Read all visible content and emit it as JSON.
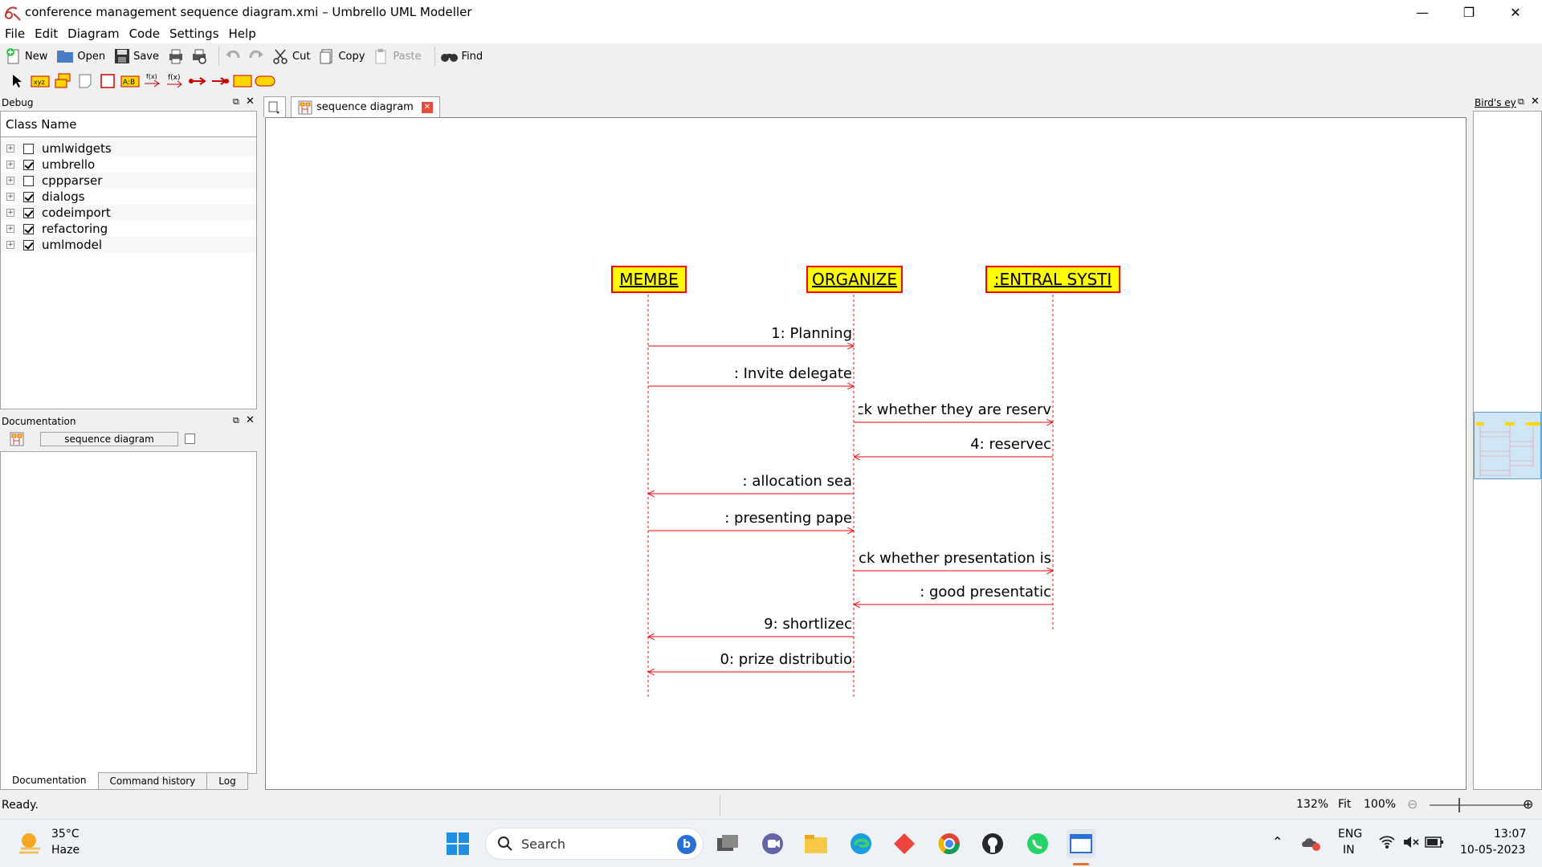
{
  "window": {
    "title": "conference management sequence diagram.xmi – Umbrello UML Modeller",
    "minimize": "—",
    "maximize": "❐",
    "close": "✕"
  },
  "menu": [
    "File",
    "Edit",
    "Diagram",
    "Code",
    "Settings",
    "Help"
  ],
  "toolbar": {
    "new": "New",
    "open": "Open",
    "save": "Save",
    "cut": "Cut",
    "copy": "Copy",
    "paste": "Paste",
    "find": "Find"
  },
  "debug_panel": {
    "title": "Debug",
    "column_header": "Class Name",
    "items": [
      {
        "label": "umlwidgets",
        "checked": false
      },
      {
        "label": "umbrello",
        "checked": true
      },
      {
        "label": "cppparser",
        "checked": false
      },
      {
        "label": "dialogs",
        "checked": true
      },
      {
        "label": "codeimport",
        "checked": true
      },
      {
        "label": "refactoring",
        "checked": true
      },
      {
        "label": "umlmodel",
        "checked": true
      }
    ]
  },
  "doc_panel": {
    "title": "Documentation",
    "diagram_name": "sequence diagram",
    "tabs": [
      "Documentation",
      "Command history",
      "Log"
    ]
  },
  "diagram_tab": {
    "label": "sequence diagram"
  },
  "birdseye": {
    "title": "Bird's eye"
  },
  "diagram": {
    "lifelines": [
      {
        "name": "MEMBE"
      },
      {
        "name": "ORGANIZE"
      },
      {
        "name": ":ENTRAL SYSTI"
      }
    ],
    "messages": [
      {
        "label": "1: Planning"
      },
      {
        "label": ": Invite delegate"
      },
      {
        "label": "check whether they are reserv"
      },
      {
        "label": "4: reservec"
      },
      {
        "label": ": allocation sea"
      },
      {
        "label": ": presenting pape"
      },
      {
        "label": "check whether presentation is"
      },
      {
        "label": ": good presentatic"
      },
      {
        "label": "9: shortlizec"
      },
      {
        "label": "0: prize distributio"
      }
    ]
  },
  "status": {
    "text": "Ready.",
    "zoom": "132%",
    "fit": "Fit",
    "zoom100": "100%"
  },
  "taskbar": {
    "weather_temp": "35°C",
    "weather_desc": "Haze",
    "search": "Search",
    "lang1": "ENG",
    "lang2": "IN",
    "time": "13:07",
    "date": "10-05-2023"
  }
}
